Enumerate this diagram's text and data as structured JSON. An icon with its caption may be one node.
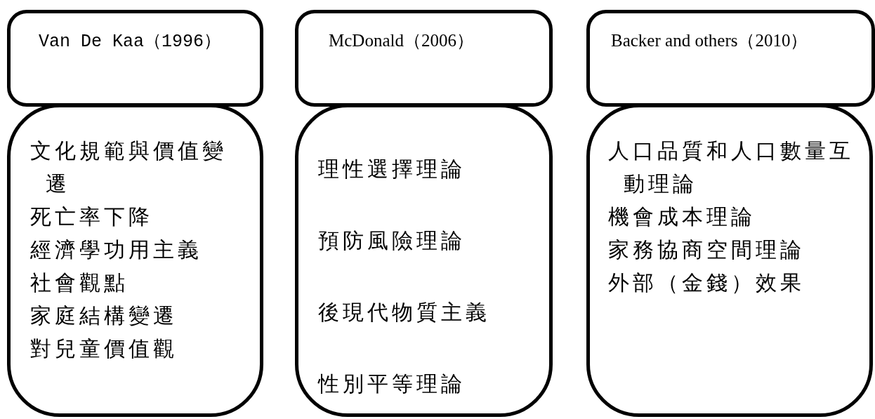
{
  "diagram": {
    "nodes": [
      {
        "text": [
          "Van De Kaa（1996）"
        ]
      },
      {
        "text": [
          "McDonald（2006）"
        ]
      },
      {
        "text": [
          "Backer and others（2010）"
        ]
      },
      {
        "text": [
          "文化規範與價值變遷",
          "死亡率下降",
          "經濟學功用主義",
          "社會觀點",
          "家庭結構變遷",
          "對兒童價值觀"
        ]
      },
      {
        "text": [
          "理性選擇理論",
          "預防風險理論",
          "後現代物質主義",
          "性別平等理論"
        ]
      },
      {
        "text": [
          "人口品質和人口數量互動理論",
          "機會成本理論",
          "家務協商空間理論",
          "外部（金錢）效果"
        ]
      }
    ]
  }
}
